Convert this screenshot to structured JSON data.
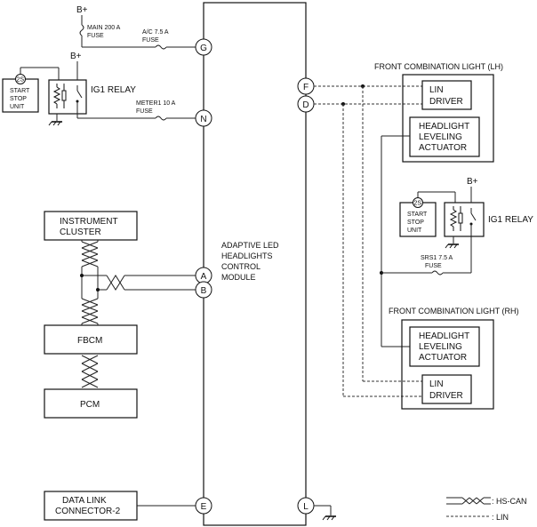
{
  "supply": {
    "battery_label": "B+"
  },
  "fuses": {
    "main": [
      "MAIN 200 A",
      "FUSE"
    ],
    "ac": [
      "A/C 7.5 A",
      "FUSE"
    ],
    "meter1": [
      "METER1 10 A",
      "FUSE"
    ],
    "srs1": [
      "SRS1 7.5 A",
      "FUSE"
    ]
  },
  "relays": {
    "ig1_lh_label": "IG1 RELAY",
    "ig1_rh_label": "IG1 RELAY",
    "relay_pin": "2S"
  },
  "units": {
    "start_stop_lh": [
      "START",
      "STOP",
      "UNIT"
    ],
    "start_stop_rh": [
      "START",
      "STOP",
      "UNIT"
    ],
    "instrument_cluster": [
      "INSTRUMENT",
      "CLUSTER"
    ],
    "fbcm": "FBCM",
    "pcm": "PCM",
    "data_link_connector": [
      "DATA LINK",
      "CONNECTOR-2"
    ]
  },
  "module": {
    "name": [
      "ADAPTIVE LED",
      "HEADLIGHTS",
      "CONTROL",
      "MODULE"
    ],
    "pins": {
      "G": "G",
      "N": "N",
      "A": "A",
      "B": "B",
      "E": "E",
      "F": "F",
      "D": "D",
      "L": "L"
    }
  },
  "front_lh": {
    "title": "FRONT COMBINATION LIGHT (LH)",
    "lin_driver": [
      "LIN",
      "DRIVER"
    ],
    "actuator": [
      "HEADLIGHT",
      "LEVELING",
      "ACTUATOR"
    ]
  },
  "front_rh": {
    "title": "FRONT COMBINATION LIGHT (RH)",
    "lin_driver": [
      "LIN",
      "DRIVER"
    ],
    "actuator": [
      "HEADLIGHT",
      "LEVELING",
      "ACTUATOR"
    ]
  },
  "legend": {
    "hs_can": ": HS-CAN",
    "lin": ": LIN"
  }
}
